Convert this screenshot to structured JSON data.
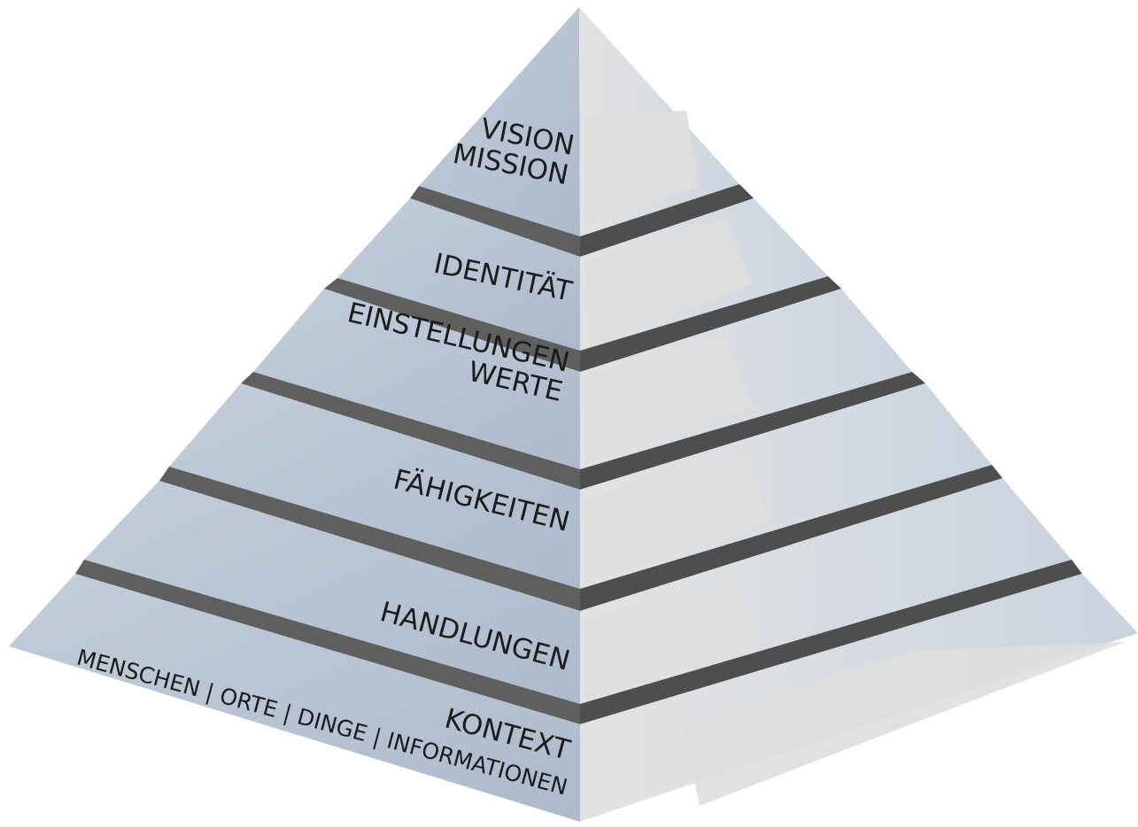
{
  "diagram": {
    "type": "logical-levels-pyramid",
    "levels": [
      {
        "id": "vision-mission",
        "lines": [
          "VISION",
          "MISSION"
        ]
      },
      {
        "id": "identitaet",
        "lines": [
          "IDENTITÄT"
        ]
      },
      {
        "id": "einstellungen-werte",
        "lines": [
          "EINSTELLUNGEN",
          "WERTE"
        ]
      },
      {
        "id": "faehigkeiten",
        "lines": [
          "FÄHIGKEITEN"
        ]
      },
      {
        "id": "handlungen",
        "lines": [
          "HANDLUNGEN"
        ]
      },
      {
        "id": "kontext",
        "lines": [
          "KONTEXT"
        ],
        "sub_label": "MENSCHEN | ORTE | DINGE | INFORMATIONEN"
      }
    ],
    "colors": {
      "left_face": "#bcc7d6",
      "right_face": "#dcdcdc",
      "right_face_shade": "#c8d2df",
      "separator_left": "#5f5f5f",
      "separator_right": "#4e4e4e",
      "text": "#1c1c1c"
    }
  }
}
